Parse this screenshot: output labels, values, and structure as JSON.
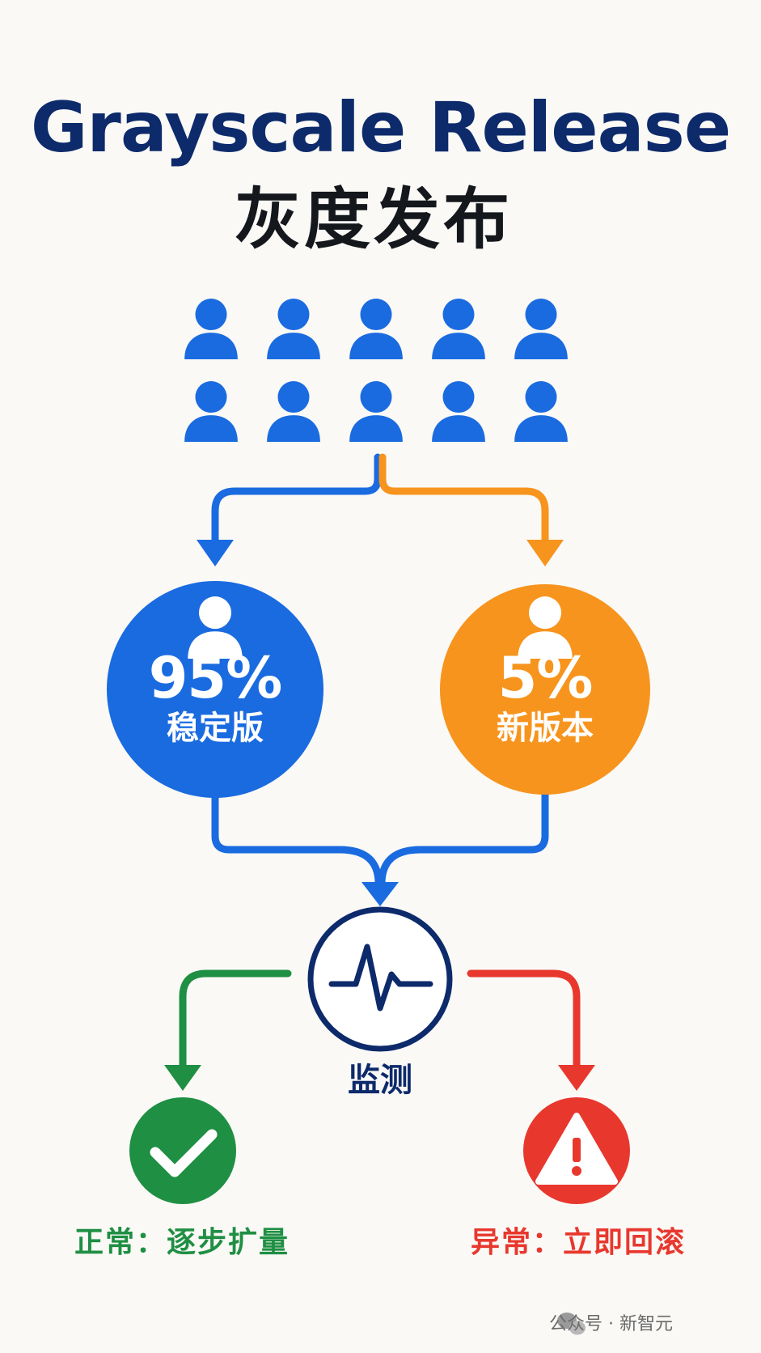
{
  "title": {
    "english": "Grayscale Release",
    "chinese": "灰度发布"
  },
  "stable_branch": {
    "percent": "95%",
    "label": "稳定版",
    "color": "#1a6be0"
  },
  "new_branch": {
    "percent": "5%",
    "label": "新版本",
    "color": "#f7941d"
  },
  "monitor": {
    "label": "监测",
    "color": "#0d2a6b"
  },
  "outcomes": {
    "normal": {
      "label": "正常：逐步扩量",
      "color": "#1f8f43"
    },
    "abnormal": {
      "label": "异常：立即回滚",
      "color": "#e8382e"
    }
  },
  "watermark": {
    "text": "公众号 · 新智元"
  },
  "colors": {
    "background": "#faf9f6",
    "user_icon": "#1a6be0",
    "title_en": "#0d2a6b",
    "title_zh": "#14171c"
  }
}
